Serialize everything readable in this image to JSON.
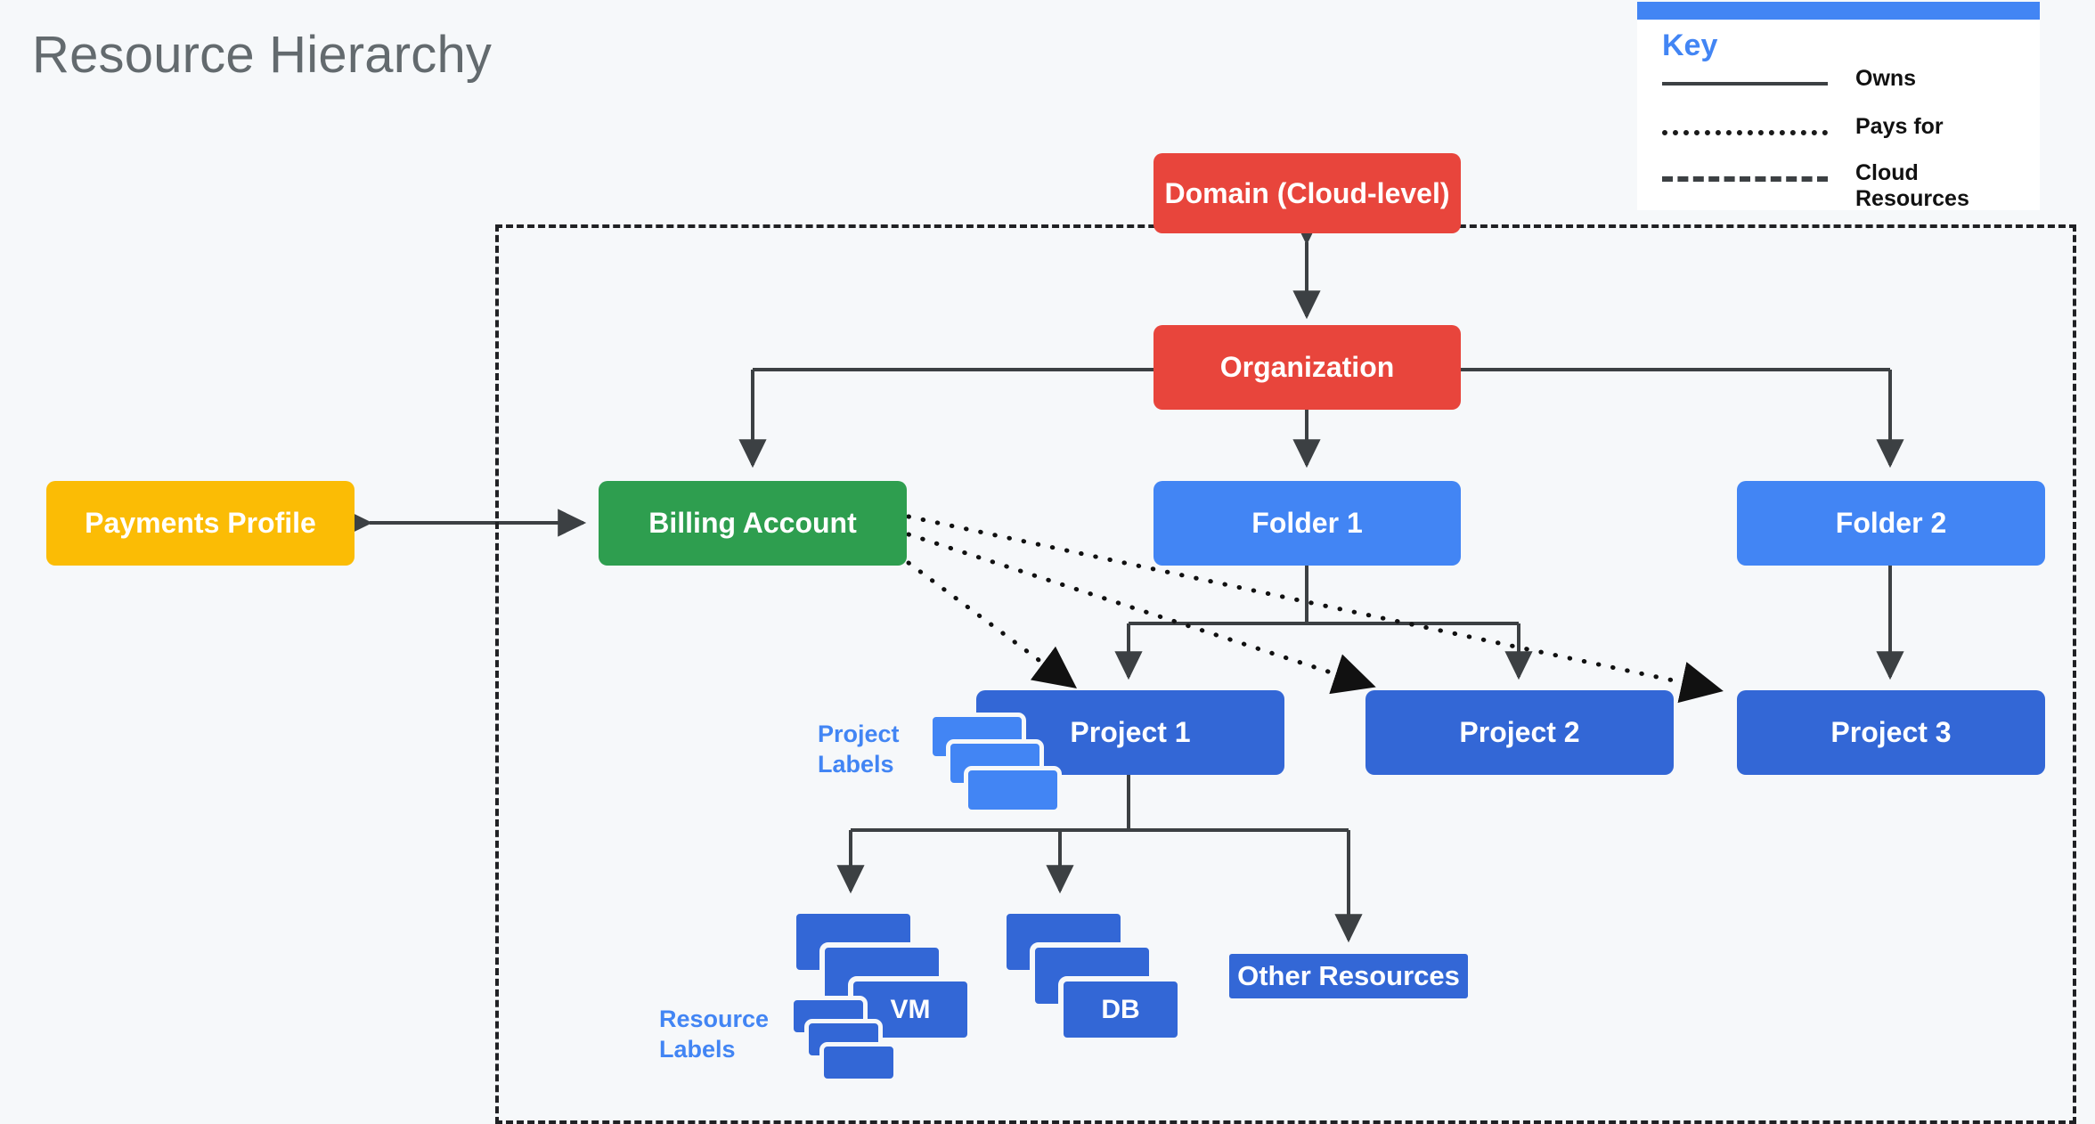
{
  "page": {
    "title": "Resource Hierarchy",
    "background_color": "#f6f8fa",
    "title_color": "#636a6e"
  },
  "key": {
    "heading": "Key",
    "accent_color": "#4285f4",
    "entries": [
      {
        "style": "solid",
        "label": "Owns"
      },
      {
        "style": "dotted",
        "label": "Pays for"
      },
      {
        "style": "dashed",
        "label": "Cloud Resources"
      }
    ]
  },
  "nodes": {
    "domain": {
      "label": "Domain (Cloud-level)",
      "color": "#e8453c"
    },
    "organization": {
      "label": "Organization",
      "color": "#e8453c"
    },
    "payments_profile": {
      "label": "Payments Profile",
      "color": "#fbbc05"
    },
    "billing_account": {
      "label": "Billing Account",
      "color": "#2e9e4f"
    },
    "folder_1": {
      "label": "Folder 1",
      "color": "#4285f4"
    },
    "folder_2": {
      "label": "Folder 2",
      "color": "#4285f4"
    },
    "project_1": {
      "label": "Project 1",
      "color": "#3367d6"
    },
    "project_2": {
      "label": "Project 2",
      "color": "#3367d6"
    },
    "project_3": {
      "label": "Project 3",
      "color": "#3367d6"
    },
    "vm": {
      "label": "VM",
      "color": "#3367d6"
    },
    "db": {
      "label": "DB",
      "color": "#3367d6"
    },
    "other_resources": {
      "label": "Other Resources",
      "color": "#3367d6"
    }
  },
  "annotations": {
    "project_labels": "Project\nLabels",
    "project_labels_line1": "Project",
    "project_labels_line2": "Labels",
    "resource_labels_line1": "Resource",
    "resource_labels_line2": "Labels",
    "label_color": "#4285f4"
  },
  "chart_data": {
    "type": "diagram",
    "title": "Resource Hierarchy",
    "relationships": [
      {
        "from": "Domain (Cloud-level)",
        "to": "Organization",
        "kind": "Owns",
        "style": "solid",
        "arrows": "both"
      },
      {
        "from": "Payments Profile",
        "to": "Billing Account",
        "kind": "Owns",
        "style": "solid",
        "arrows": "both"
      },
      {
        "from": "Organization",
        "to": "Billing Account",
        "kind": "Owns",
        "style": "solid",
        "arrows": "one"
      },
      {
        "from": "Organization",
        "to": "Folder 1",
        "kind": "Owns",
        "style": "solid",
        "arrows": "one"
      },
      {
        "from": "Organization",
        "to": "Folder 2",
        "kind": "Owns",
        "style": "solid",
        "arrows": "one"
      },
      {
        "from": "Folder 1",
        "to": "Project 1",
        "kind": "Owns",
        "style": "solid",
        "arrows": "one"
      },
      {
        "from": "Folder 1",
        "to": "Project 2",
        "kind": "Owns",
        "style": "solid",
        "arrows": "one"
      },
      {
        "from": "Folder 2",
        "to": "Project 3",
        "kind": "Owns",
        "style": "solid",
        "arrows": "one"
      },
      {
        "from": "Project 1",
        "to": "VM",
        "kind": "Owns",
        "style": "solid",
        "arrows": "one"
      },
      {
        "from": "Project 1",
        "to": "DB",
        "kind": "Owns",
        "style": "solid",
        "arrows": "one"
      },
      {
        "from": "Project 1",
        "to": "Other Resources",
        "kind": "Owns",
        "style": "solid",
        "arrows": "one"
      },
      {
        "from": "Billing Account",
        "to": "Project 1",
        "kind": "Pays for",
        "style": "dotted",
        "arrows": "one"
      },
      {
        "from": "Billing Account",
        "to": "Project 2",
        "kind": "Pays for",
        "style": "dotted",
        "arrows": "one"
      },
      {
        "from": "Billing Account",
        "to": "Project 3",
        "kind": "Pays for",
        "style": "dotted",
        "arrows": "one"
      }
    ],
    "cloud_boundary": {
      "style": "dashed",
      "meaning": "Cloud Resources",
      "inside": [
        "Domain (Cloud-level)",
        "Organization",
        "Billing Account",
        "Folder 1",
        "Folder 2",
        "Project 1",
        "Project 2",
        "Project 3",
        "VM",
        "DB",
        "Other Resources"
      ],
      "outside": [
        "Payments Profile"
      ]
    }
  }
}
